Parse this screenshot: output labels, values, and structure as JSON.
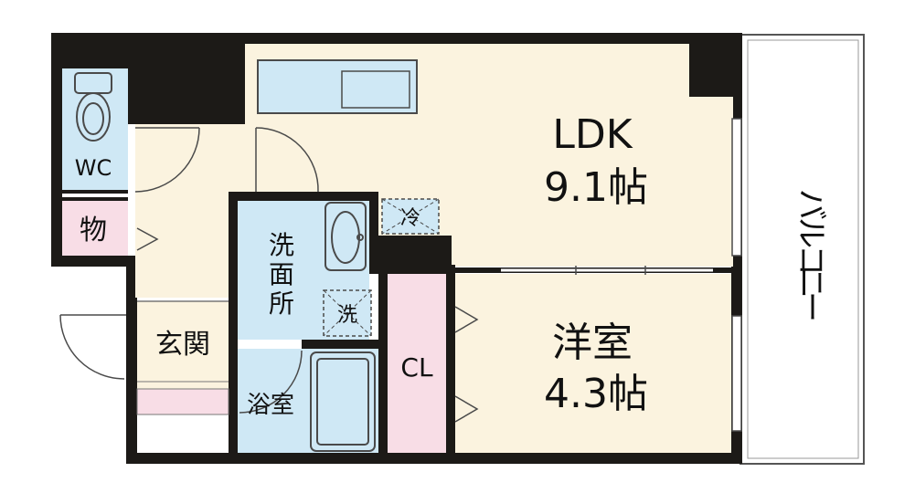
{
  "colors": {
    "wall": "#1c1a17",
    "floor_wood": "#fbf3df",
    "wet_area": "#cfe8f5",
    "storage": "#f8dde6",
    "balcony_bg": "#ffffff",
    "fixture_line": "#4a4a4a"
  },
  "rooms": {
    "ldk": {
      "name": "LDK",
      "size": "9.1帖"
    },
    "western": {
      "name": "洋室",
      "size": "4.3帖"
    },
    "wc": {
      "name": "WC"
    },
    "storage": {
      "name": "物"
    },
    "entrance": {
      "name": "玄関"
    },
    "washroom": {
      "name_lines": [
        "洗",
        "面",
        "所"
      ]
    },
    "bath": {
      "name": "浴室"
    },
    "closet": {
      "name": "CL"
    },
    "balcony": {
      "name_chars": [
        "バ",
        "ル",
        "コ",
        "ニ",
        "ー"
      ]
    }
  },
  "fixtures": {
    "fridge": "冷",
    "washer": "洗"
  },
  "icons": [
    "toilet-icon",
    "sink-icon",
    "bathtub-icon",
    "kitchen-counter-icon"
  ]
}
